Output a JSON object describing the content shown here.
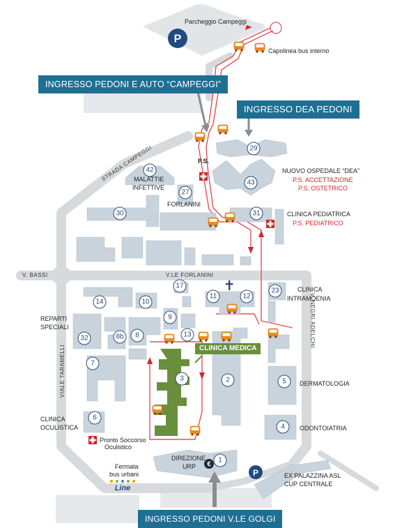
{
  "entrances": {
    "campeggi": "INGRESSO PEDONI E AUTO “CAMPEGGI”",
    "dea": "INGRESSO DEA PEDONI",
    "golgi": "INGRESSO PEDONI V.LE GOLGI"
  },
  "top": {
    "parking_label": "Parcheggio Campeggi",
    "parking_letter": "P",
    "bus_terminal": "Capolinea bus interno"
  },
  "roads": {
    "strada_campeggi": "STRADA CAMPEGGI",
    "v_bassi": "V. BASSI",
    "forlanini": "V.LE FORLANINI",
    "taramelli": "VIALE TARAMELLI",
    "negri": "V. NEGRI ADELCHI"
  },
  "buildings": {
    "b1": "1",
    "b2": "2",
    "b3": "3",
    "b4": "4",
    "b5": "5",
    "b6": "6",
    "b7": "7",
    "b8": "8",
    "b8b": "8b",
    "b9": "9",
    "b10": "10",
    "b11": "11",
    "b12": "12",
    "b13": "13",
    "b14": "14",
    "b17": "17",
    "b23": "23",
    "b27": "27",
    "b29": "29",
    "b30": "30",
    "b31": "31",
    "b32": "32",
    "b42": "42",
    "b43": "43"
  },
  "labels": {
    "ps": "P.S.",
    "malattie": "MALATTIE",
    "infettive": "INFETTIVE",
    "forlanini": "FORLANINI",
    "nuovo_ospedale": "NUOVO OSPEDALE “DEA”",
    "ps_accettazione": "P.S. ACCETTAZIONE",
    "ps_ostetrico": "P.S. OSTETRICO",
    "clinica_pediatrica": "CLINICA PEDIATRICA",
    "ps_pediatrico": "P.S. PEDIATRICO",
    "clinica": "CLINICA",
    "intramoenia": "INTRAMOENIA",
    "reparti": "REPARTI",
    "speciali": "SPECIALI",
    "dermatologia": "DERMATOLOGIA",
    "odontoiatria": "ODONTOIATRIA",
    "clinica2": "CLINICA",
    "oculistica": "OCULISTICA",
    "pronto_soccorso": "Pronto Soccorso",
    "oculistico": "Oculistico",
    "direzione": "DIREZIONE",
    "urp": "URP",
    "euro": "€",
    "fermata": "Fermata",
    "bus_urbani": "bus urbani",
    "line_logo": "Line",
    "ex_palazzina": "EX PALAZZINA ASL",
    "cup_centrale": "CUP CENTRALE",
    "parking_letter_bottom": "P",
    "clinica_medica": "CLINICA MEDICA"
  },
  "colors": {
    "banner": "#1f6f93",
    "building": "#c8d3dc",
    "road": "#d7dadd",
    "route": "#e05058",
    "emergency": "#d0262b",
    "clinica_medica": "#6a8f3c",
    "bus": "#f08a1c",
    "number": "#2b4a7a"
  },
  "icons": [
    "parking-icon",
    "bus-icon",
    "first-aid-cross-icon",
    "chapel-cross-icon",
    "euro-icon",
    "arrow-down-icon"
  ]
}
